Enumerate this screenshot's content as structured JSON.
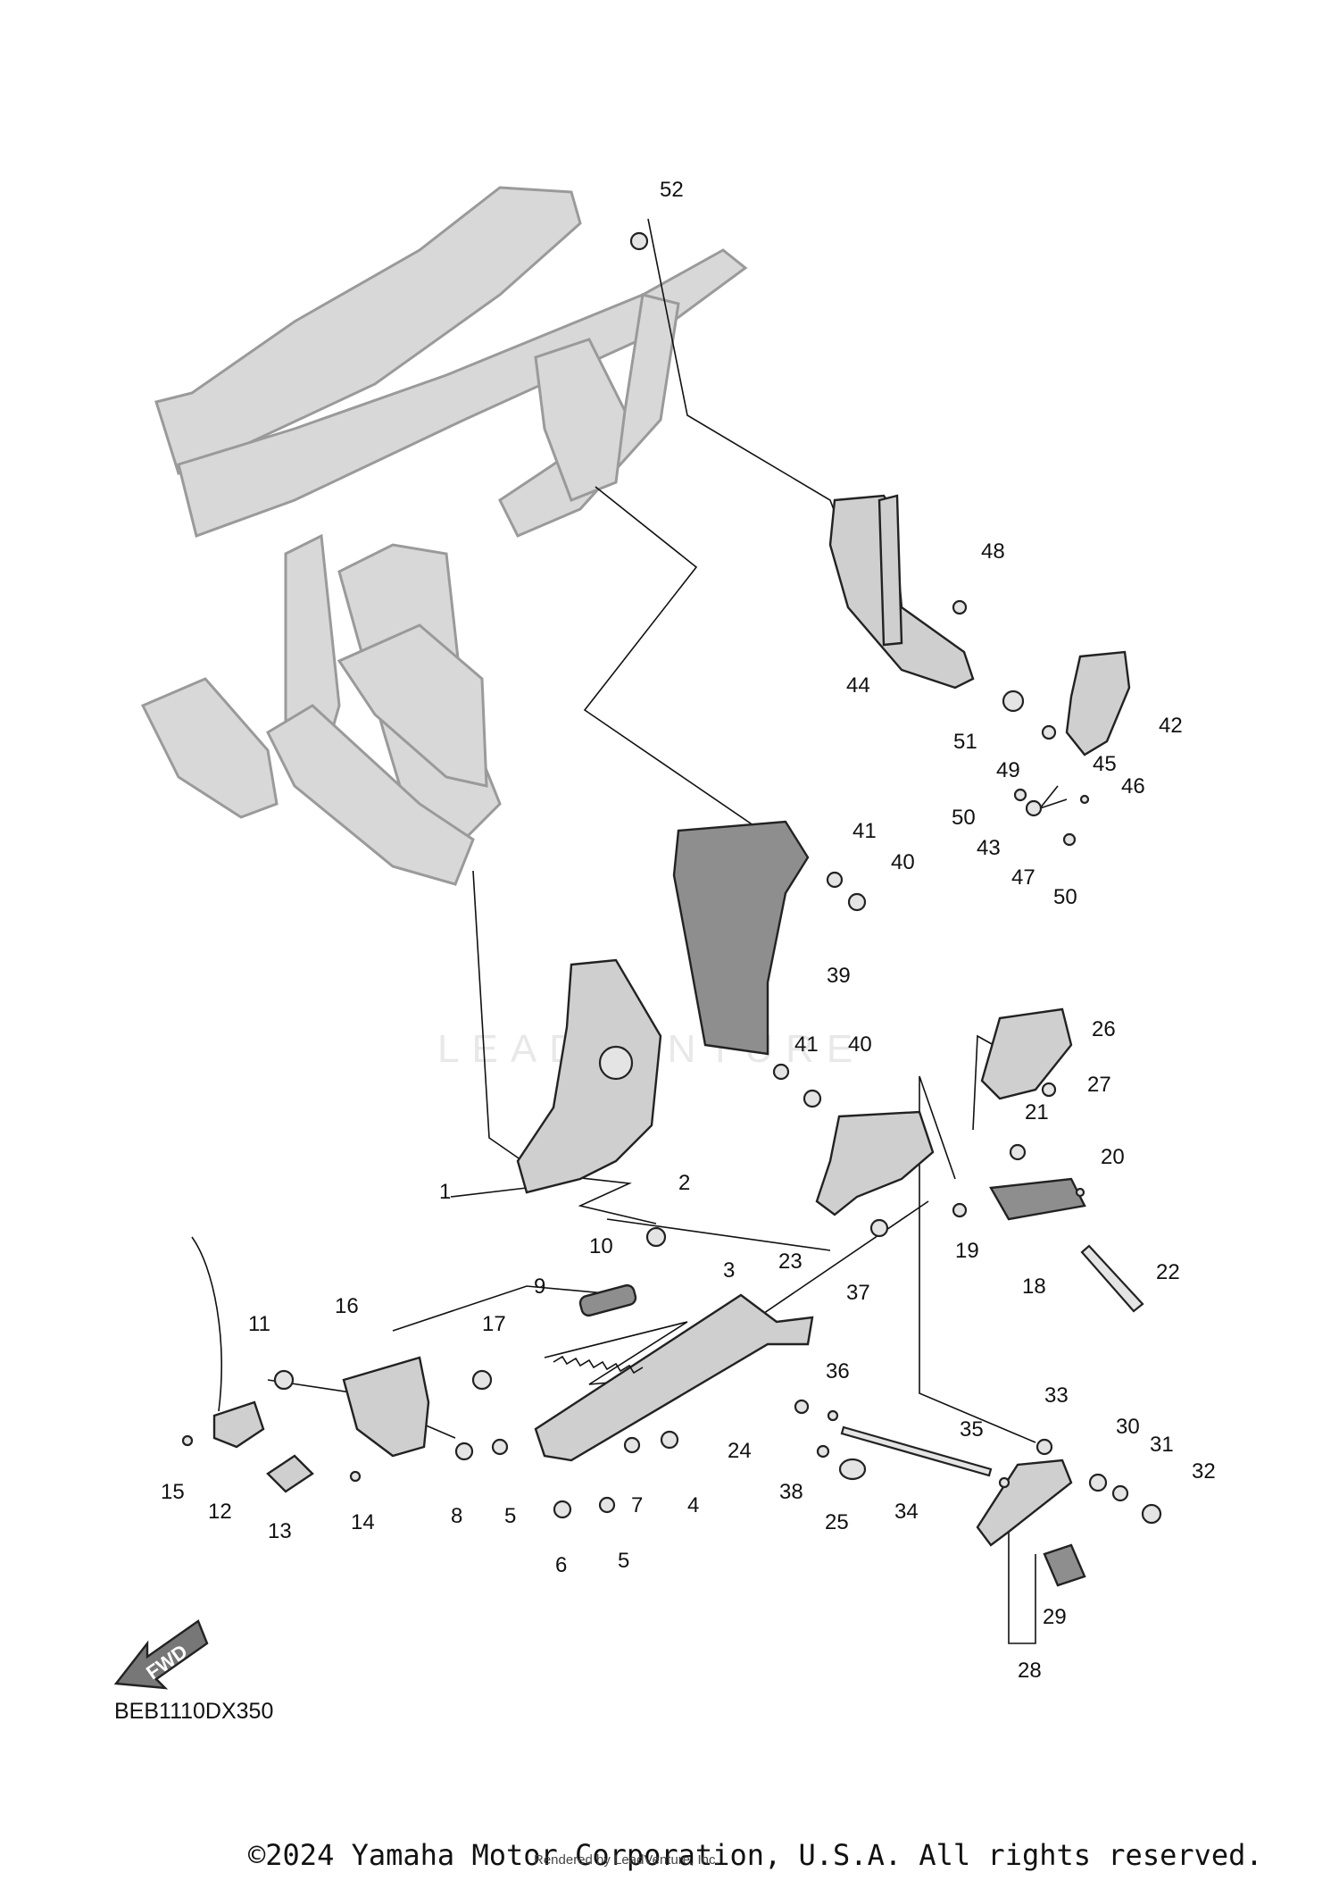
{
  "labels": {
    "l1": "1",
    "l2": "2",
    "l3": "3",
    "l4": "4",
    "l5a": "5",
    "l5b": "5",
    "l6": "6",
    "l7": "7",
    "l8": "8",
    "l9": "9",
    "l10": "10",
    "l11": "11",
    "l12": "12",
    "l13": "13",
    "l14": "14",
    "l15": "15",
    "l16": "16",
    "l17": "17",
    "l18": "18",
    "l19": "19",
    "l20": "20",
    "l21": "21",
    "l22": "22",
    "l23": "23",
    "l24": "24",
    "l25": "25",
    "l26": "26",
    "l27": "27",
    "l28": "28",
    "l29": "29",
    "l30": "30",
    "l31": "31",
    "l32": "32",
    "l33": "33",
    "l34": "34",
    "l35": "35",
    "l36": "36",
    "l37": "37",
    "l38": "38",
    "l39": "39",
    "l40a": "40",
    "l40b": "40",
    "l41a": "41",
    "l41b": "41",
    "l42": "42",
    "l43": "43",
    "l44": "44",
    "l45": "45",
    "l46": "46",
    "l47": "47",
    "l48": "48",
    "l49": "49",
    "l50a": "50",
    "l50b": "50",
    "l51": "51",
    "l52": "52"
  },
  "fwd_text": "FWD",
  "diagram_code": "BEB1110DX350",
  "watermark": "LEADVENTURE",
  "copyright": "©2024 Yamaha Motor Corporation, U.S.A. All rights reserved.",
  "rendered_by": "Rendered by LeadVenture, Inc."
}
